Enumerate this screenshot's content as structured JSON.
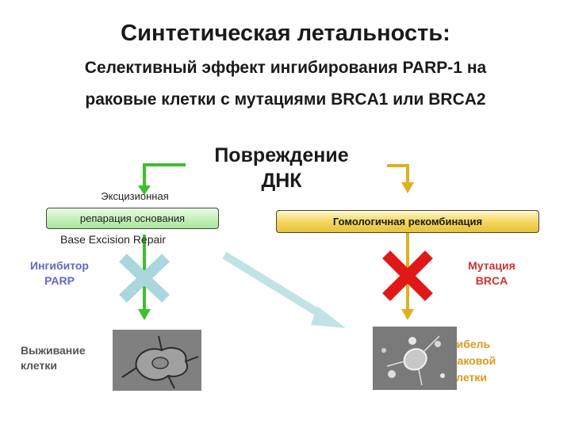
{
  "title": {
    "line1": "Синтетическая летальность:",
    "line2": "Селективный эффект ингибирования PARP-1 на",
    "line3": "раковые клетки с мутациями BRCA1 или BRCA2"
  },
  "center": {
    "dna_damage_line1": "Повреждение",
    "dna_damage_line2": "ДНК"
  },
  "left_branch": {
    "label_top": "Эксцизионная",
    "box_label": "репарация основания",
    "english_label": "Base Excision Repair",
    "inhibitor_line1": "Ингибитор",
    "inhibitor_line2": "PARP",
    "outcome_line1": "Выживание",
    "outcome_line2": "клетки"
  },
  "right_branch": {
    "box_label": "Гомологичная рекомбинация",
    "mutation_line1": "Мутация",
    "mutation_line2": "BRCA",
    "outcome_line1": "Гибель",
    "outcome_line2": "раковой",
    "outcome_line3": "клетки"
  },
  "colors": {
    "green_path": "#3fbf2f",
    "yellow_path": "#e0b020",
    "light_blue_x": "#b9e0e3",
    "red_x": "#e01818",
    "diagonal_arrow": "#c2e3e6",
    "mutation_text": "#cc3333",
    "inhibitor_text": "#6666c0",
    "death_text": "#d99a1e"
  }
}
